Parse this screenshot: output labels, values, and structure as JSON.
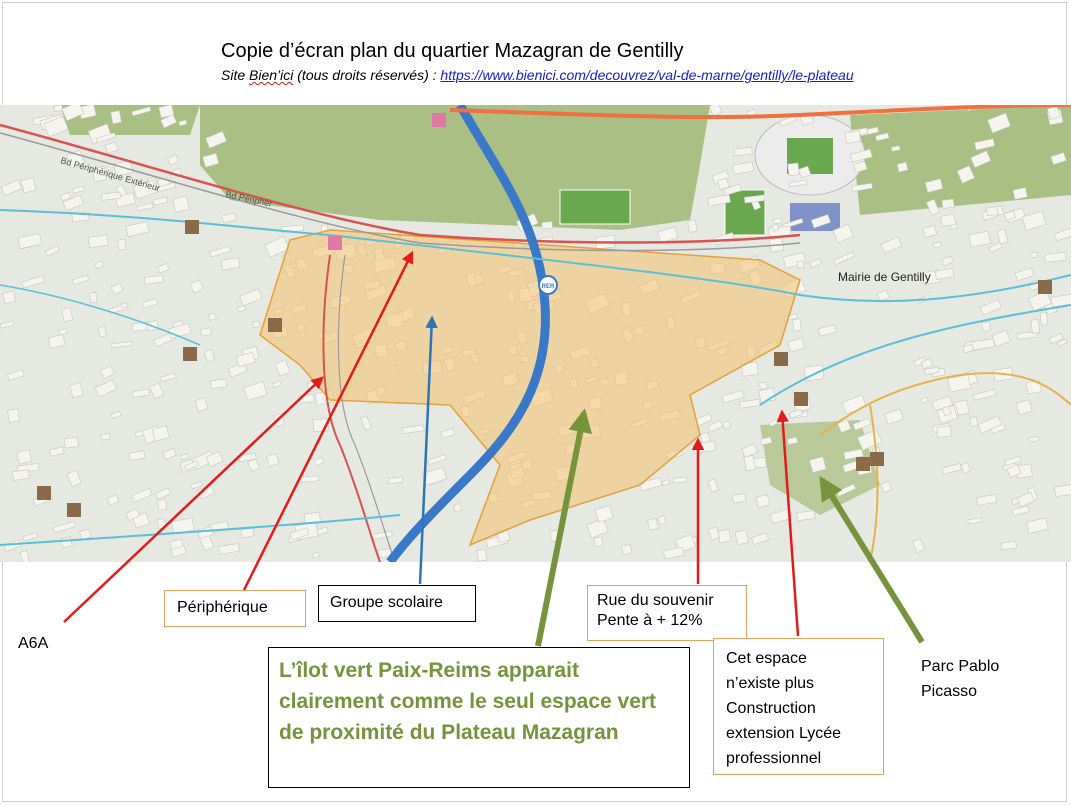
{
  "header": {
    "title": "Copie d’écran plan du quartier Mazagran de Gentilly",
    "subtitle_prefix": "Site ",
    "subtitle_site": "Bien’ici",
    "subtitle_rights": " (tous droits réservés) : ",
    "subtitle_url": "https://www.bienici.com/decouvrez/val-de-marne/gentilly/le-plateau"
  },
  "map": {
    "place_label": "Mairie de Gentilly",
    "road_label_1": "Bd Périphérique Extérieur",
    "road_label_2": "Bd Périphér",
    "rer_badge": "RER",
    "colors": {
      "zone_fill": "#f3c16b",
      "zone_stroke": "#e5a13a",
      "park_green": "#a9bf83",
      "peripherique_red": "#d9534f",
      "water_cyan": "#5bc0d6",
      "river_blue": "#3a78c8",
      "road_orange": "#f07040"
    }
  },
  "labels": {
    "a6a": "A6A",
    "peripherique": "Périphérique",
    "groupe_scolaire": "Groupe scolaire",
    "rue_souvenir_line1": "Rue du souvenir",
    "rue_souvenir_line2": "Pente à + 12%",
    "espace_lines": [
      "Cet espace",
      "n’existe plus",
      "Construction",
      "extension Lycée",
      "professionnel"
    ],
    "parc_line1": "Parc Pablo",
    "parc_line2": "Picasso",
    "green_note": "L’îlot vert Paix-Reims apparait clairement comme le seul espace vert de proximité du Plateau Mazagran"
  },
  "annotation_colors": {
    "red_arrow": "#e41b1b",
    "blue_arrow": "#2e75b6",
    "green_arrow": "#77933c"
  }
}
